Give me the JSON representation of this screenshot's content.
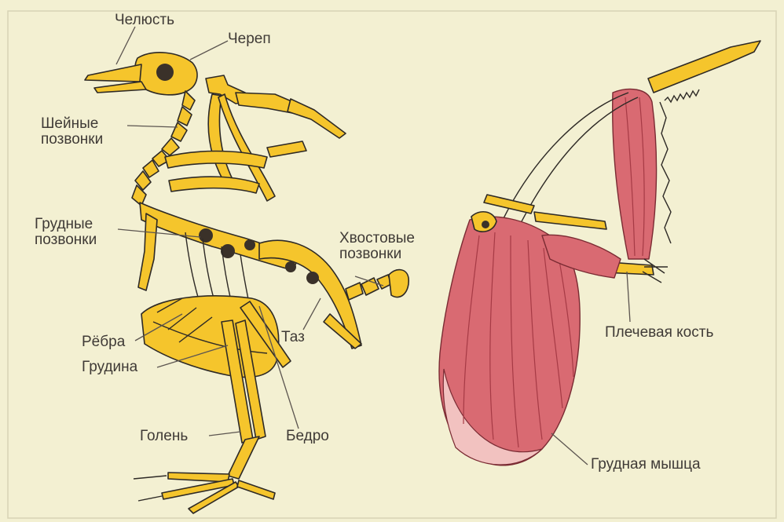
{
  "labels": {
    "jaw": "Челюсть",
    "skull": "Череп",
    "cervical_line1": "Шейные",
    "cervical_line2": "позвонки",
    "thoracic_line1": "Грудные",
    "thoracic_line2": "позвонки",
    "tail_line1": "Хвостовые",
    "tail_line2": "позвонки",
    "ribs": "Рёбра",
    "sternum": "Грудина",
    "pelvis": "Таз",
    "shin": "Голень",
    "femur": "Бедро",
    "humerus": "Плечевая кость",
    "pectoral": "Грудная мышца"
  },
  "colors": {
    "background": "#f3f0d2",
    "bone": "#f5c52c",
    "muscle": "#d96a72",
    "outline": "#2e2a26",
    "text": "#3f3a36"
  }
}
